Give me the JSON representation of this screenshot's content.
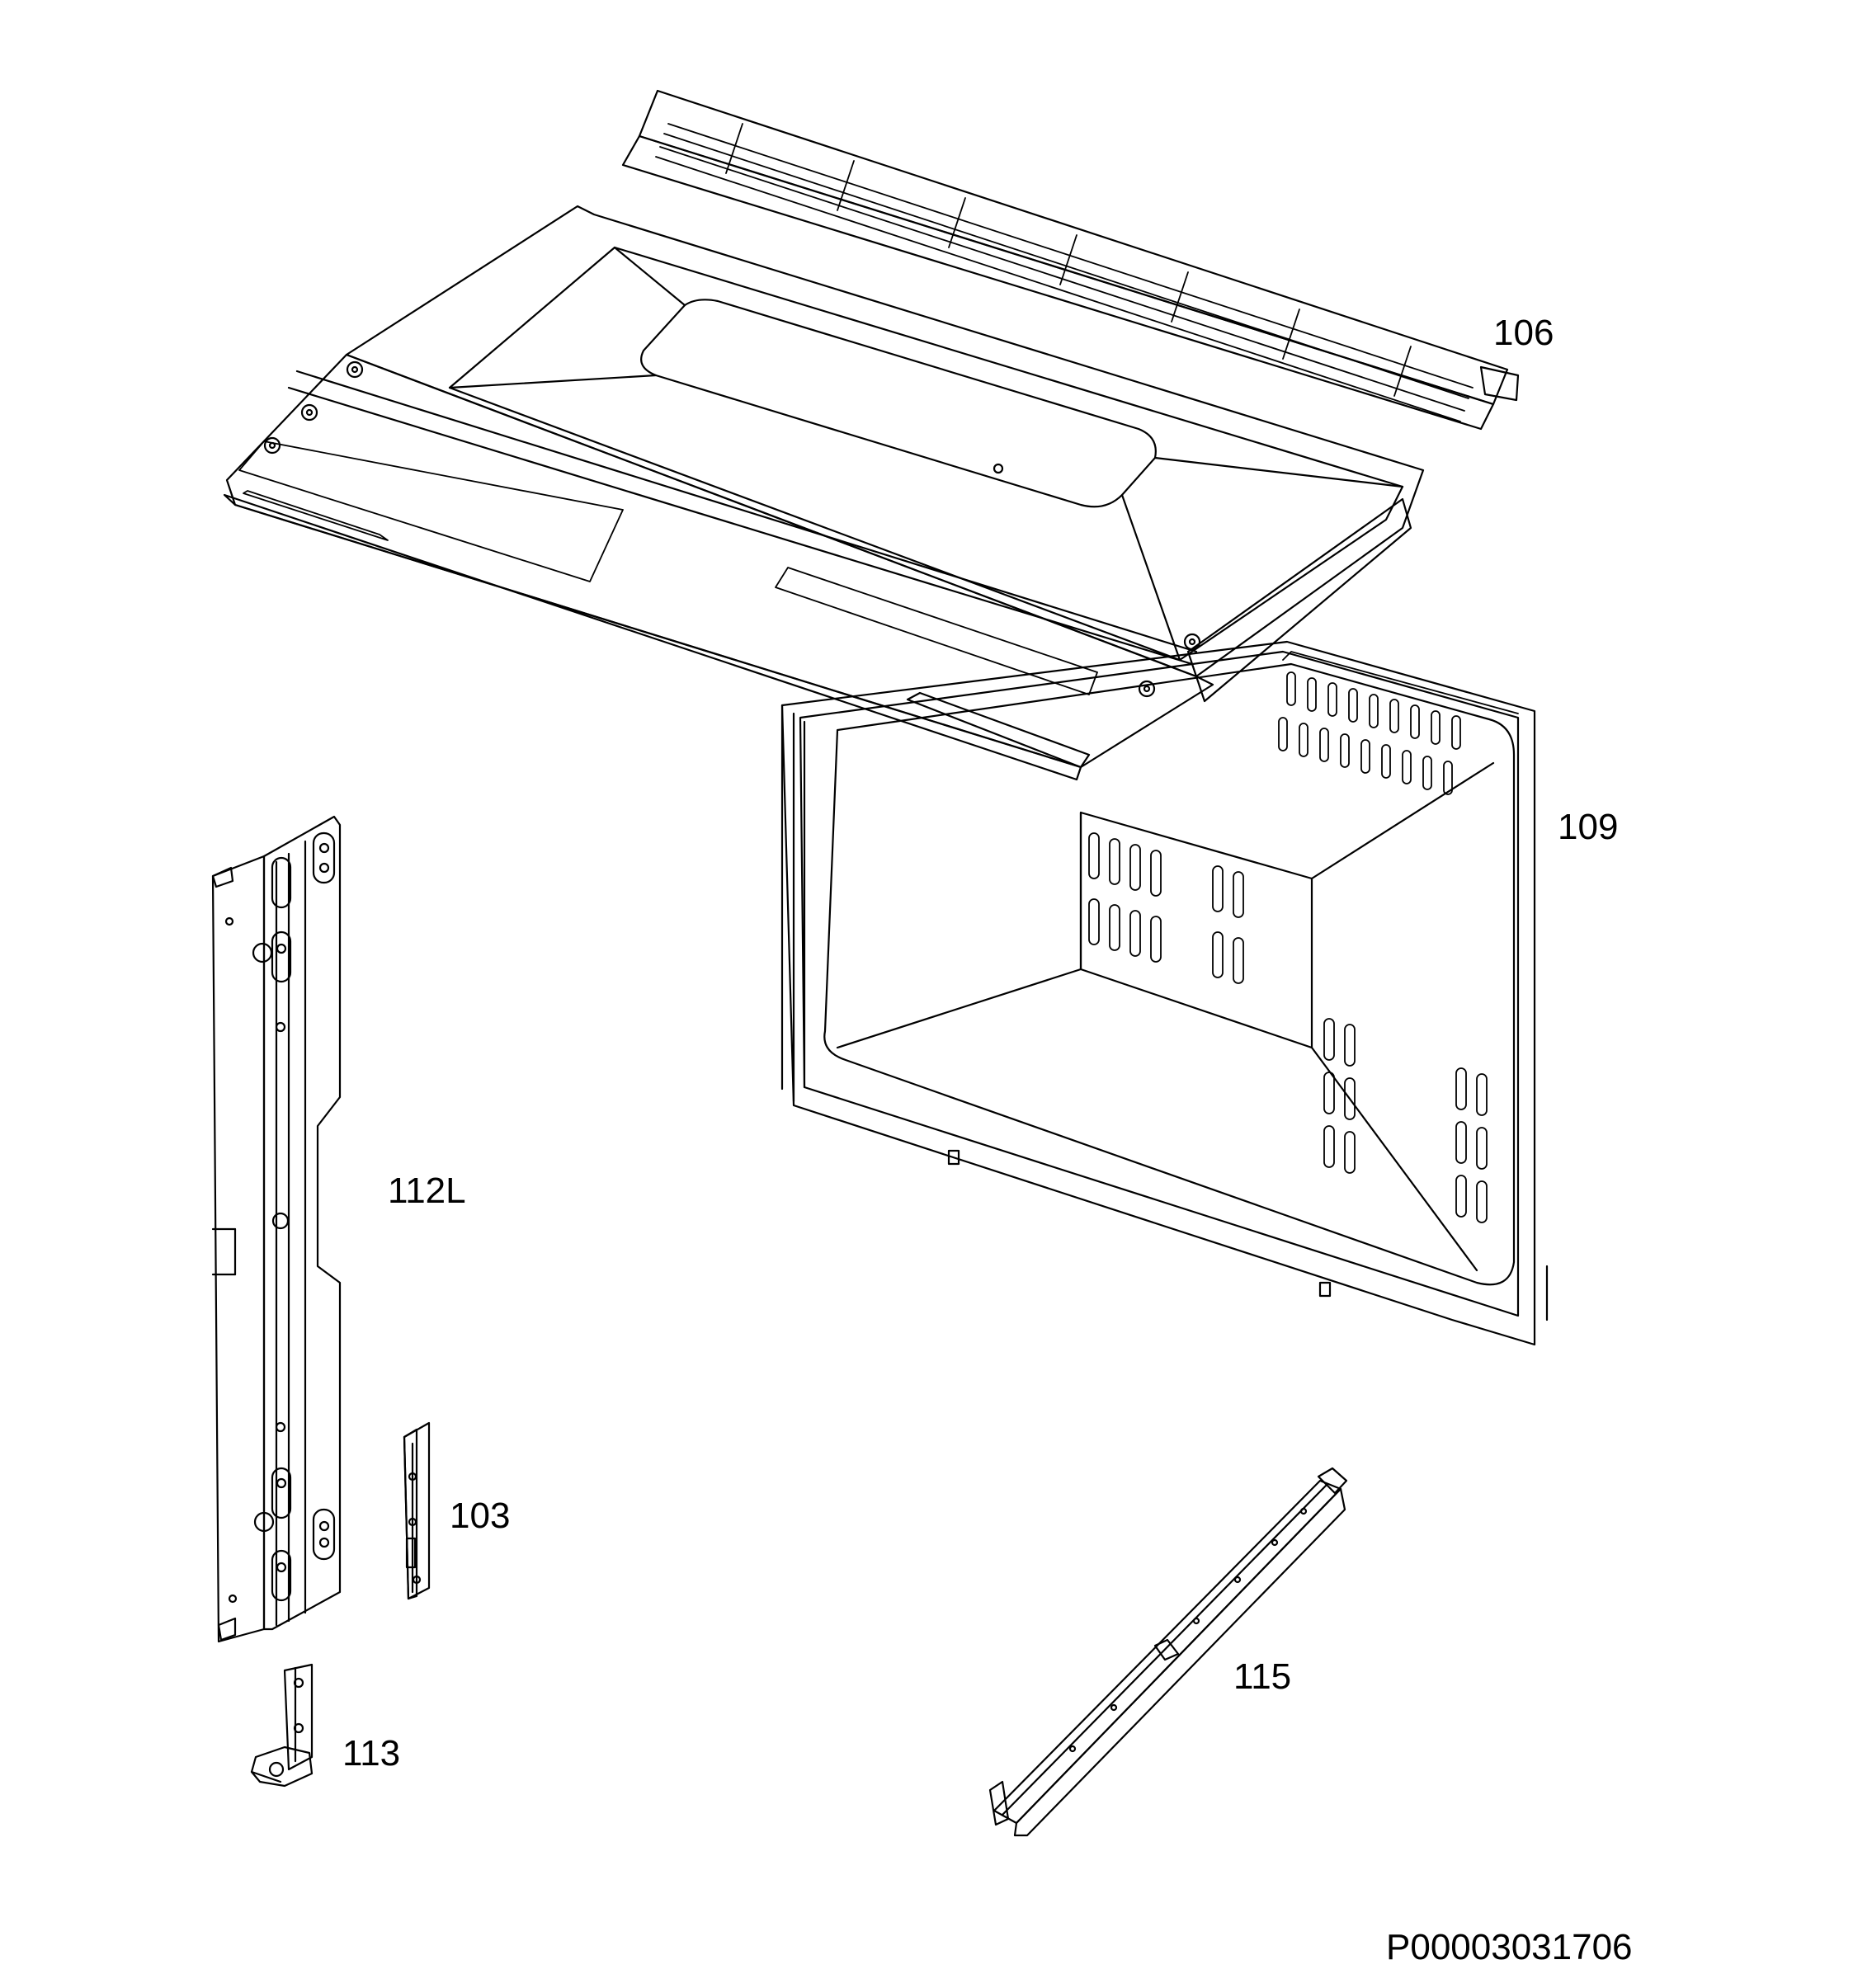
{
  "parts": [
    {
      "id": "106",
      "label": "106"
    },
    {
      "id": "109",
      "label": "109"
    },
    {
      "id": "112L",
      "label": "112L"
    },
    {
      "id": "103",
      "label": "103"
    },
    {
      "id": "113",
      "label": "113"
    },
    {
      "id": "115",
      "label": "115"
    }
  ],
  "drawing_number": "P00003031706",
  "colors": {
    "line": "#000000",
    "background": "#ffffff"
  }
}
